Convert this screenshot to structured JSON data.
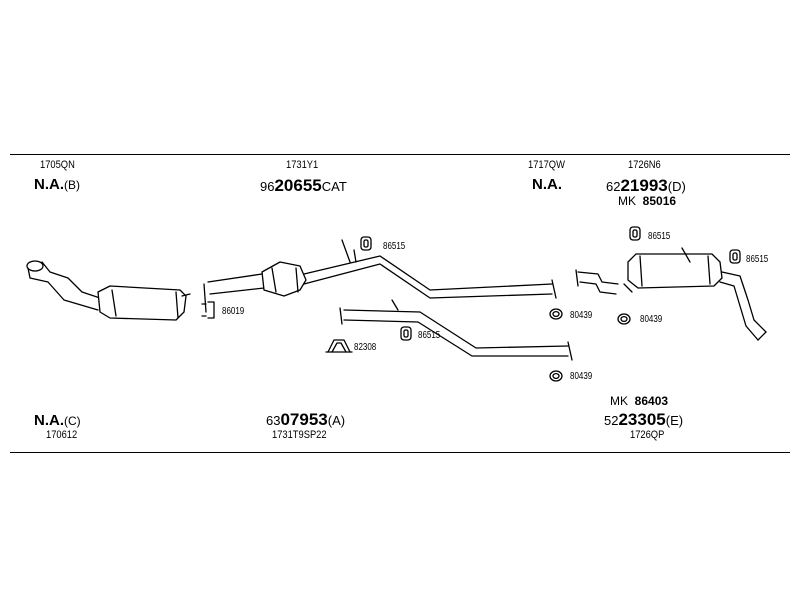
{
  "top_left": {
    "code": "1705QN",
    "status": "N.A.",
    "suffix": "(B)"
  },
  "top_center": {
    "code": "1731Y1",
    "prefix": "96",
    "main": "20655",
    "suffix": "CAT"
  },
  "top_mid_right": {
    "code": "1717QW",
    "status": "N.A."
  },
  "top_right": {
    "code": "1726N6",
    "prefix": "62",
    "main": "21993",
    "suffix": "(D)",
    "mk_label": "MK",
    "mk_value": "85016"
  },
  "bottom_left": {
    "status": "N.A.",
    "suffix": "(C)",
    "code": "170612"
  },
  "bottom_center": {
    "prefix": "63",
    "main": "07953",
    "suffix": "(A)",
    "code": "1731T9SP22"
  },
  "bottom_right": {
    "mk_label": "MK",
    "mk_value": "86403",
    "prefix": "52",
    "main": "23305",
    "suffix": "(E)",
    "code": "1726QP"
  },
  "parts": {
    "p86515_a": "86515",
    "p86515_b": "86515",
    "p86515_c": "86515",
    "p86515_d": "86515",
    "p86019": "86019",
    "p82308": "82308",
    "p80439_a": "80439",
    "p80439_b": "80439",
    "p80439_c": "80439"
  }
}
